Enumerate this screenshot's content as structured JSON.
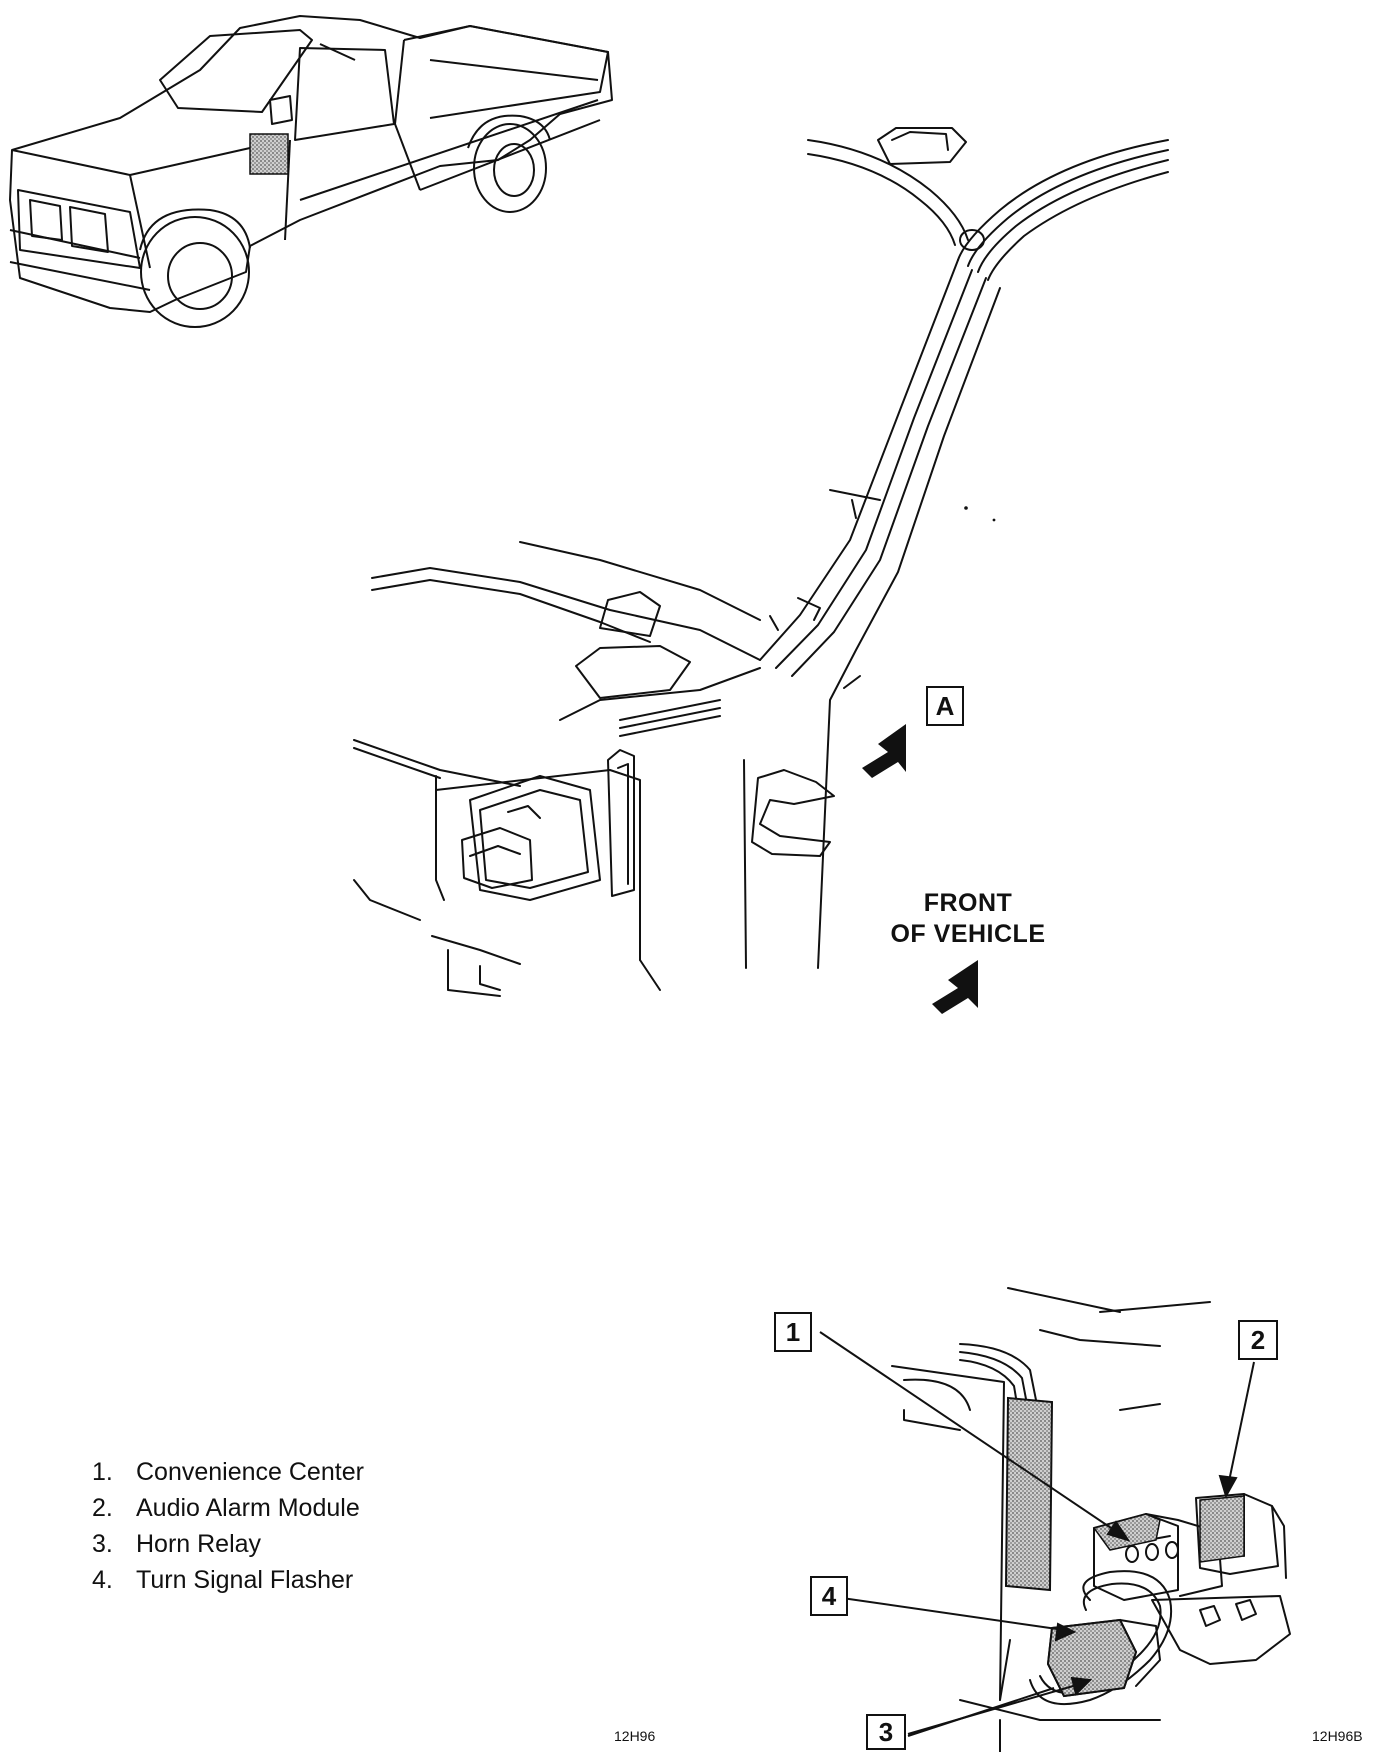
{
  "callouts": {
    "view_a": "A",
    "item_1": "1",
    "item_2": "2",
    "item_3": "3",
    "item_4": "4"
  },
  "direction": {
    "line1": "FRONT",
    "line2": "OF VEHICLE"
  },
  "legend": [
    {
      "num": "1.",
      "label": "Convenience Center"
    },
    {
      "num": "2.",
      "label": "Audio Alarm Module"
    },
    {
      "num": "3.",
      "label": "Horn Relay"
    },
    {
      "num": "4.",
      "label": "Turn Signal Flasher"
    }
  ],
  "figure_codes": {
    "main": "12H96",
    "detail": "12H96B"
  },
  "colors": {
    "ink": "#111111",
    "shade": "#9a9a9a",
    "paper": "#ffffff"
  },
  "icons": [
    "truck-illustration",
    "arrow-icon"
  ]
}
